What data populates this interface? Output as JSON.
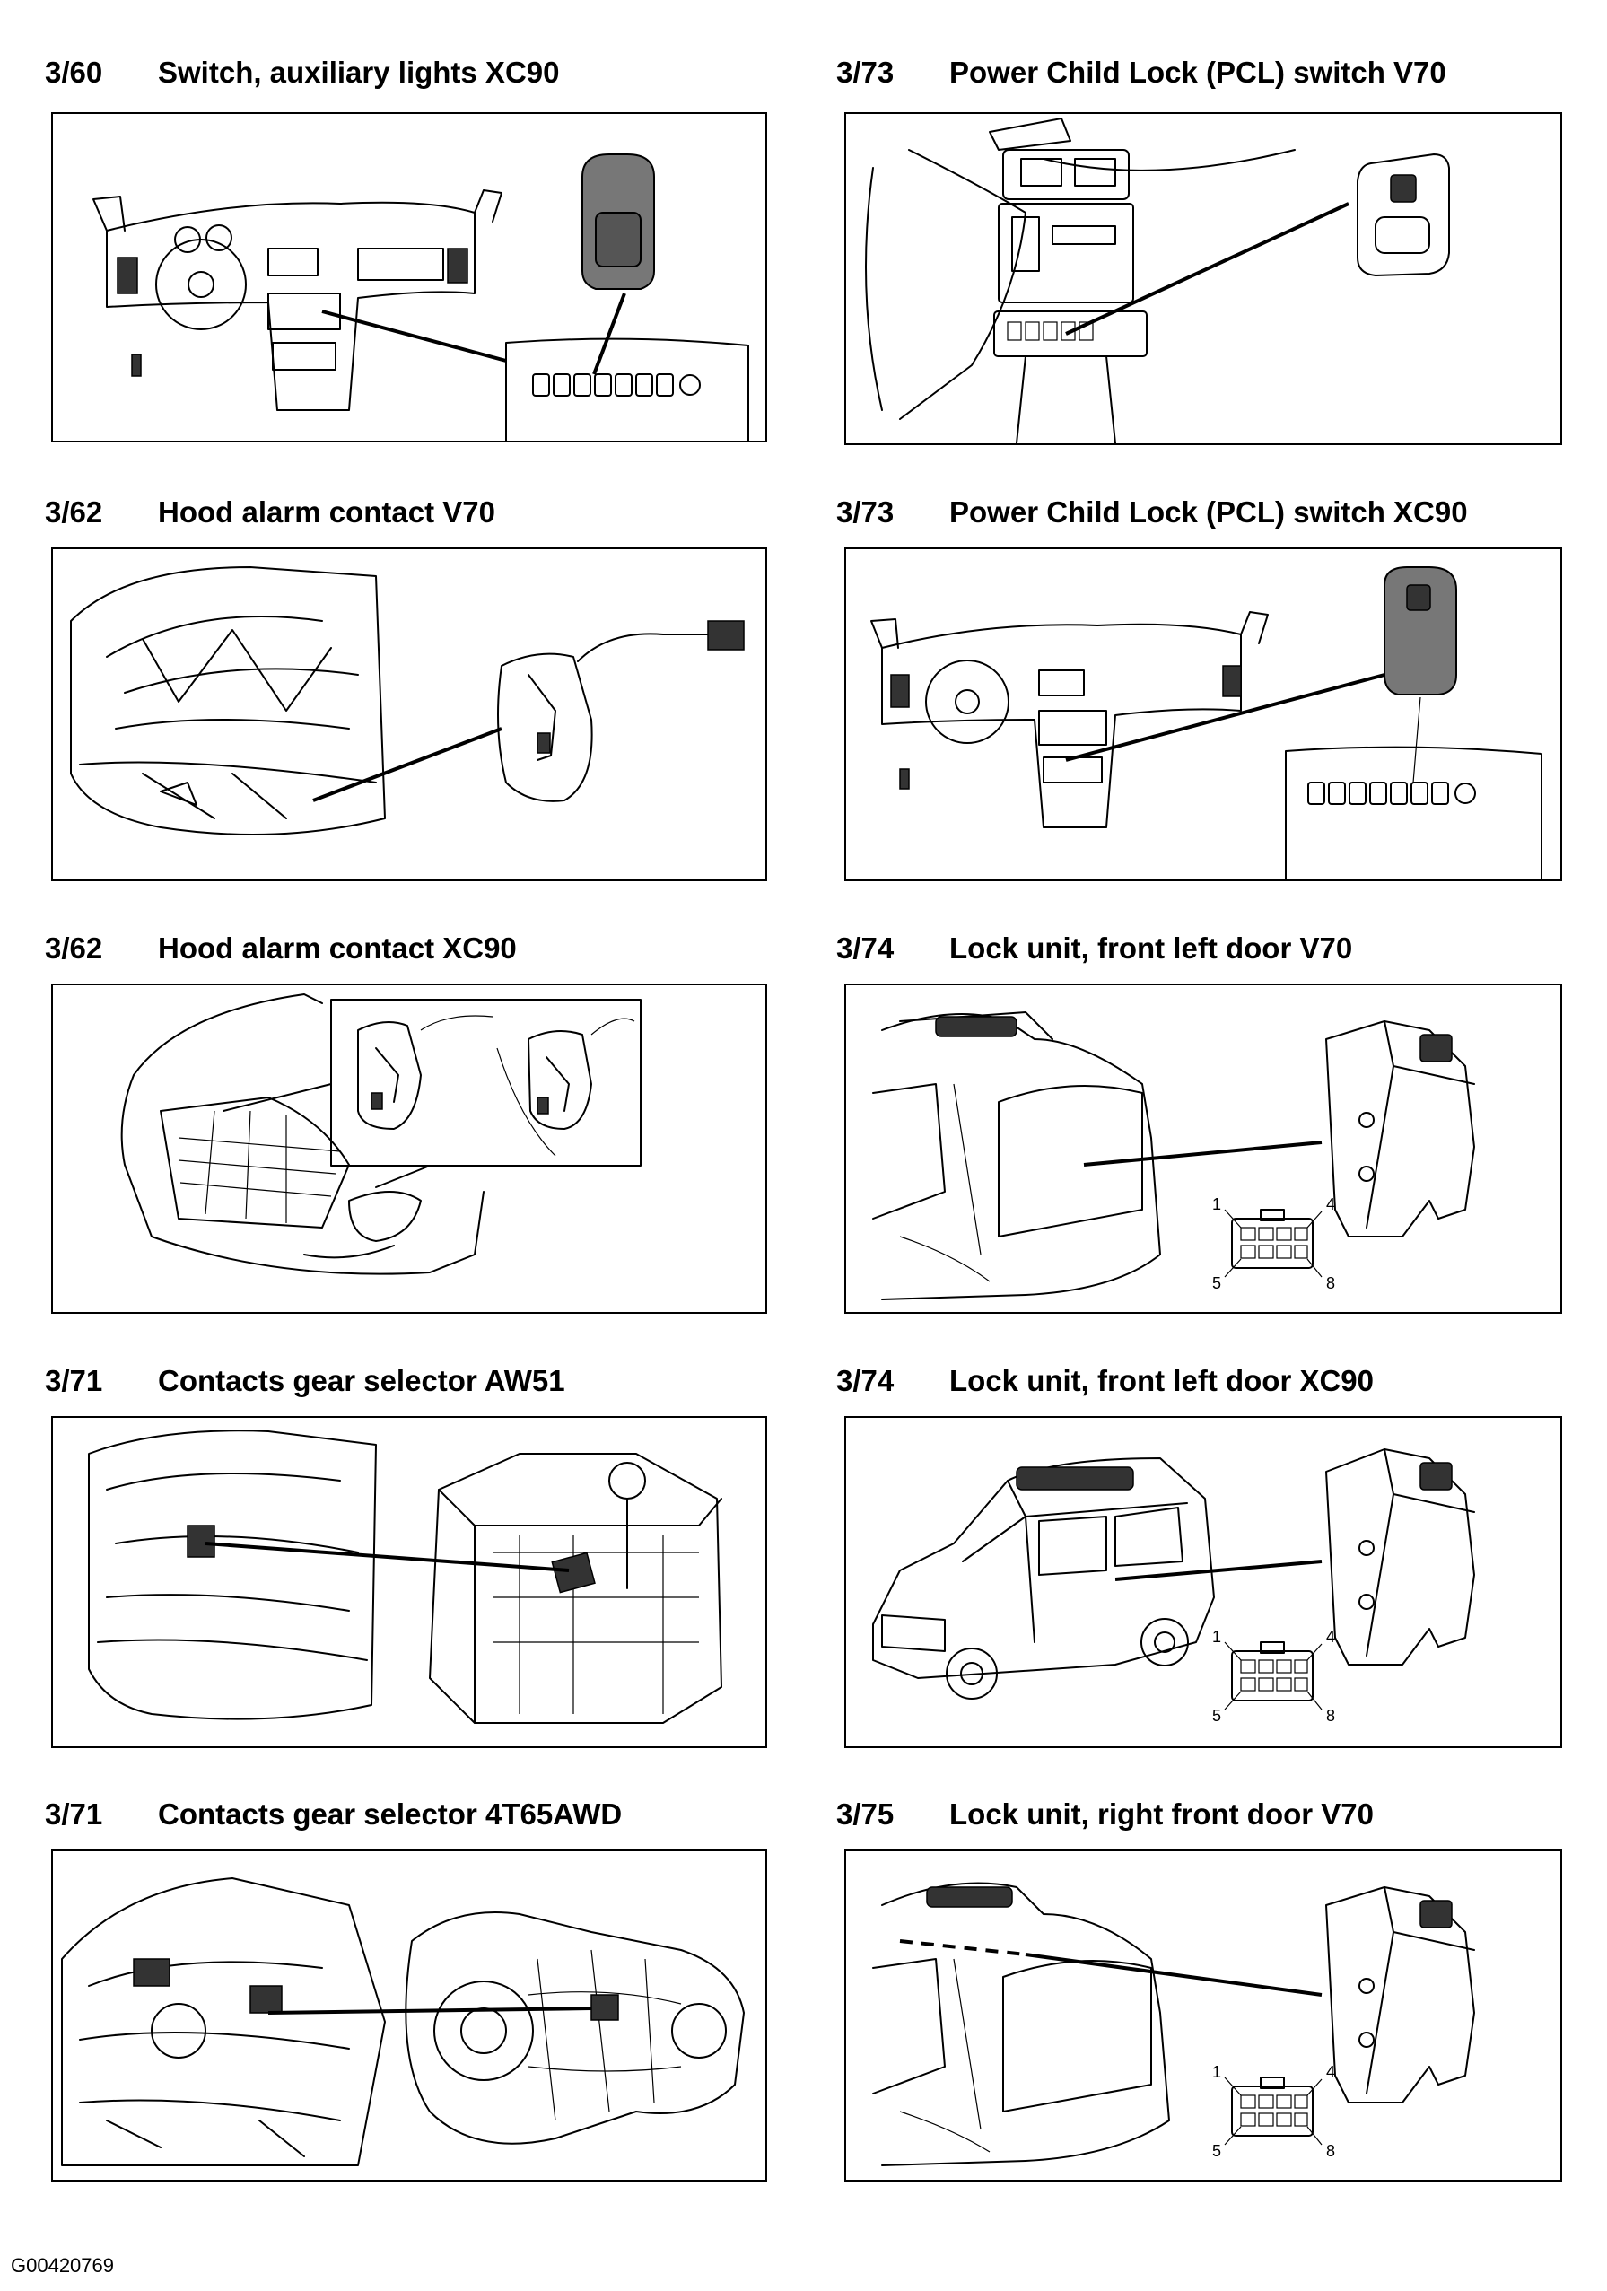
{
  "panels": [
    {
      "code": "3/60",
      "title": "Switch, auxiliary lights XC90"
    },
    {
      "code": "3/73",
      "title": "Power Child Lock (PCL) switch V70"
    },
    {
      "code": "3/62",
      "title": "Hood alarm contact V70"
    },
    {
      "code": "3/73",
      "title": "Power Child Lock (PCL) switch XC90"
    },
    {
      "code": "3/62",
      "title": "Hood alarm contact XC90"
    },
    {
      "code": "3/74",
      "title": "Lock unit, front left door V70",
      "pins": [
        "1",
        "4",
        "5",
        "8"
      ]
    },
    {
      "code": "3/71",
      "title": "Contacts gear selector AW51"
    },
    {
      "code": "3/74",
      "title": "Lock unit, front left door XC90",
      "pins": [
        "1",
        "4",
        "5",
        "8"
      ]
    },
    {
      "code": "3/71",
      "title": "Contacts gear selector 4T65AWD"
    },
    {
      "code": "3/75",
      "title": "Lock unit, right front door V70",
      "pins": [
        "1",
        "4",
        "5",
        "8"
      ]
    }
  ],
  "document_id": "G00420769"
}
